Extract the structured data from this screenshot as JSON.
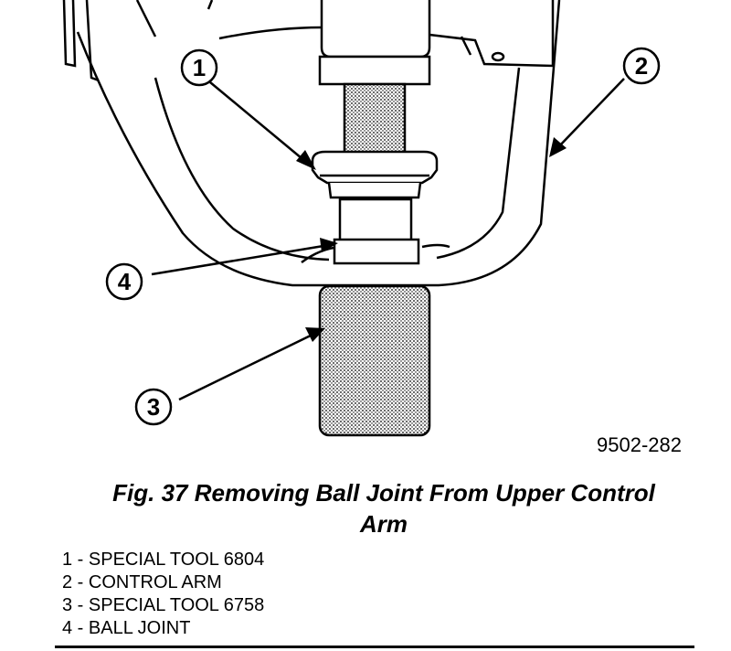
{
  "figure": {
    "figure_id": "9502-282",
    "callouts": [
      "1",
      "2",
      "3",
      "4"
    ]
  },
  "caption": {
    "line1": "Fig. 37 Removing Ball Joint From Upper Control",
    "line2": "Arm"
  },
  "legend": {
    "items": [
      {
        "num": "1",
        "text": "1 - SPECIAL TOOL 6804"
      },
      {
        "num": "2",
        "text": "2 - CONTROL ARM"
      },
      {
        "num": "3",
        "text": "3 - SPECIAL TOOL 6758"
      },
      {
        "num": "4",
        "text": "4 - BALL JOINT"
      }
    ]
  }
}
